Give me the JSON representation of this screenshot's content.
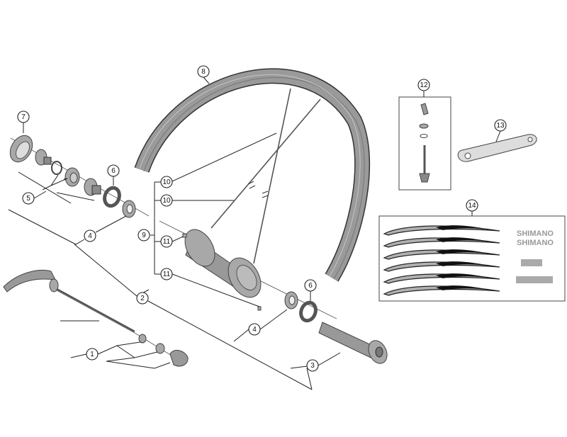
{
  "diagram": {
    "callouts": [
      "7",
      "5",
      "6",
      "4",
      "2",
      "1",
      "8",
      "10",
      "10",
      "9",
      "11",
      "11",
      "12",
      "13",
      "14",
      "6",
      "4",
      "3"
    ],
    "sticker_logo_text": [
      "SHIMANO",
      "SHIMANO"
    ],
    "colors": {
      "part_gray": "#a8a8a8",
      "outline": "#333333",
      "sticker_gray": "#b0b0b0"
    }
  }
}
